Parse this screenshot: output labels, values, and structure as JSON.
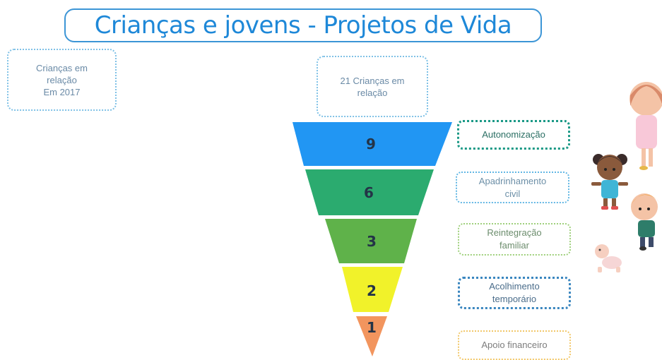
{
  "title": "Crianças e jovens - Projetos de Vida",
  "left_box": {
    "lines": [
      "Crianças em",
      "relação",
      "Em 2017"
    ]
  },
  "top_box": {
    "lines": [
      "21 Crianças em",
      "relação"
    ]
  },
  "funnel": {
    "tiers": [
      {
        "value": "9",
        "color": "#2196f3",
        "label_lines": [
          "Autonomização"
        ]
      },
      {
        "value": "6",
        "color": "#2bab6f",
        "label_lines": [
          "Apadrinhamento",
          "civil"
        ]
      },
      {
        "value": "3",
        "color": "#5fb24a",
        "label_lines": [
          "Reintegração",
          "familiar"
        ]
      },
      {
        "value": "2",
        "color": "#f1f22a",
        "label_lines": [
          "Acolhimento",
          "temporário"
        ]
      },
      {
        "value": "1",
        "color": "#f2955e",
        "label_lines": [
          "Apoio financeiro"
        ]
      }
    ]
  }
}
